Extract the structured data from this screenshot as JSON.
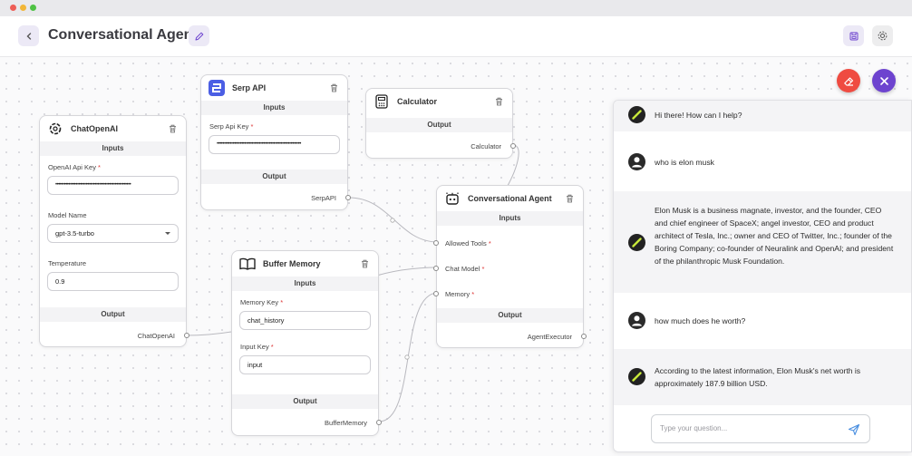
{
  "header": {
    "title": "Conversational Agent",
    "colors": {
      "accent": "#6d43cf",
      "accent_soft": "#ece9f6",
      "danger": "#ef4b41"
    }
  },
  "nodes": {
    "chat_openai": {
      "title": "ChatOpenAI",
      "inputs_label": "Inputs",
      "api_key_label": "OpenAI Api Key",
      "api_key_value": "••••••••••••••••••••••••••••••••••••••••••••••••••••",
      "model_label": "Model Name",
      "model_value": "gpt-3.5-turbo",
      "temperature_label": "Temperature",
      "temperature_value": "0.9",
      "output_label": "Output",
      "output_anchor": "ChatOpenAI"
    },
    "serp_api": {
      "title": "Serp API",
      "inputs_label": "Inputs",
      "key_label": "Serp Api Key",
      "key_value": "••••••••••••••••••••••••••••••••••••••••••••••••••••••••••",
      "output_label": "Output",
      "output_anchor": "SerpAPI"
    },
    "calculator": {
      "title": "Calculator",
      "output_label": "Output",
      "output_anchor": "Calculator"
    },
    "buffer_memory": {
      "title": "Buffer Memory",
      "inputs_label": "Inputs",
      "memory_key_label": "Memory Key",
      "memory_key_value": "chat_history",
      "input_key_label": "Input Key",
      "input_key_value": "input",
      "output_label": "Output",
      "output_anchor": "BufferMemory"
    },
    "agent": {
      "title": "Conversational Agent",
      "inputs_label": "Inputs",
      "allowed_tools_label": "Allowed Tools",
      "chat_model_label": "Chat Model",
      "memory_label": "Memory",
      "output_label": "Output",
      "output_anchor": "AgentExecutor"
    }
  },
  "chat": {
    "messages": [
      {
        "role": "bot",
        "text": "Hi there! How can I help?"
      },
      {
        "role": "user",
        "text": "who is elon musk"
      },
      {
        "role": "bot",
        "text": "Elon Musk is a business magnate, investor, and the founder, CEO and chief engineer of SpaceX; angel investor, CEO and product architect of Tesla, Inc.; owner and CEO of Twitter, Inc.; founder of the Boring Company; co-founder of Neuralink and OpenAI; and president of the philanthropic Musk Foundation."
      },
      {
        "role": "user",
        "text": "how much does he worth?"
      },
      {
        "role": "bot",
        "text": "According to the latest information, Elon Musk's net worth is approximately 187.9 billion USD."
      }
    ],
    "placeholder": "Type your question..."
  }
}
